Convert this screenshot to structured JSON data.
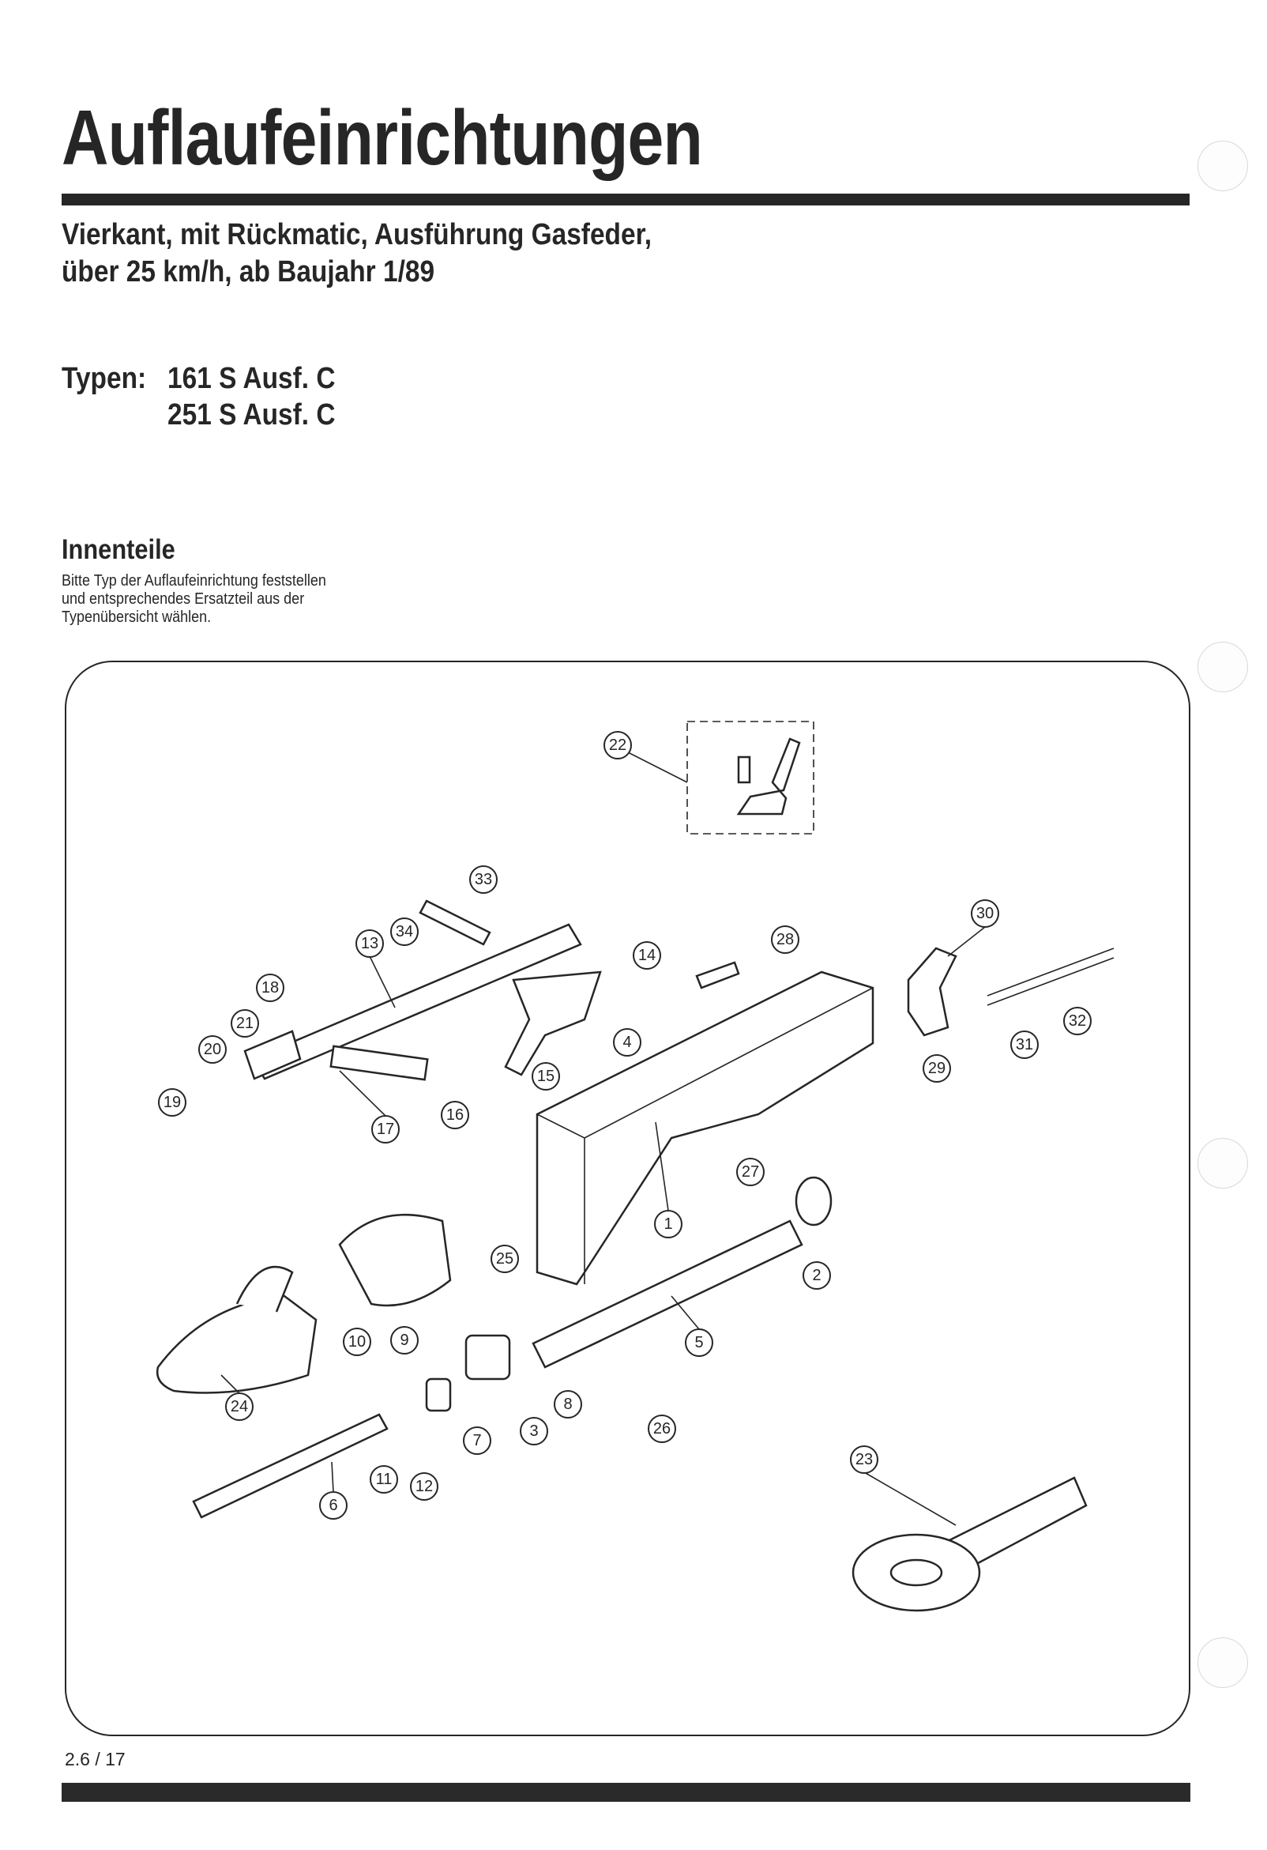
{
  "header": {
    "title": "Auflaufeinrichtungen",
    "subtitle_line1": "Vierkant, mit Rückmatic, Ausführung Gasfeder,",
    "subtitle_line2": "über 25 km/h, ab Baujahr 1/89"
  },
  "types": {
    "label": "Typen:",
    "items": [
      "161 S Ausf. C",
      "251 S Ausf. C"
    ]
  },
  "section": {
    "title": "Innenteile",
    "text_lines": [
      "Bitte Typ der Auflaufeinrichtung feststellen",
      "und entsprechendes Ersatzteil aus der",
      "Typenübersicht wählen."
    ]
  },
  "diagram": {
    "callouts": [
      "1",
      "2",
      "3",
      "4",
      "5",
      "6",
      "7",
      "8",
      "9",
      "10",
      "11",
      "12",
      "13",
      "14",
      "15",
      "16",
      "17",
      "18",
      "19",
      "20",
      "21",
      "22",
      "23",
      "24",
      "25",
      "26",
      "27",
      "28",
      "29",
      "30",
      "31",
      "32",
      "33",
      "34"
    ]
  },
  "footer": {
    "page_number": "2.6 / 17"
  }
}
